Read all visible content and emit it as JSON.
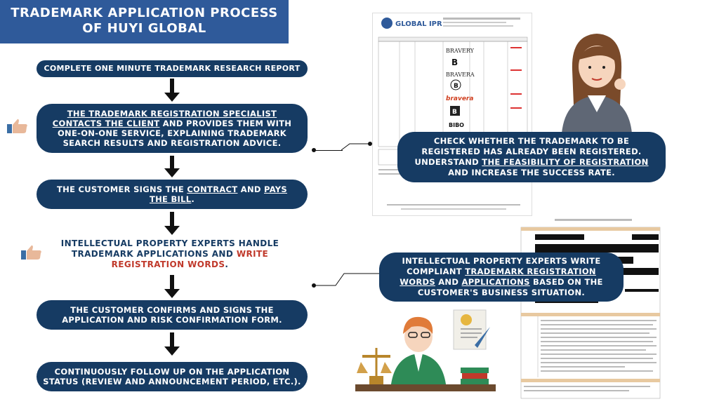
{
  "title": {
    "line1": "TRADEMARK APPLICATION PROCESS",
    "line2": "OF HUYI GLOBAL"
  },
  "steps": [
    {
      "text": "COMPLETE ONE MINUTE TRADEMARK RESEARCH REPORT"
    },
    {
      "line1_u": "THE TRADEMARK REGISTRATION SPECIALIST",
      "line2_u": "CONTACTS THE CLIENT",
      "line2_rest": " AND PROVIDES THEM WITH",
      "line3": "ONE-ON-ONE SERVICE, EXPLAINING TRADEMARK",
      "line4": "SEARCH RESULTS AND REGISTRATION ADVICE."
    },
    {
      "pre": "THE CUSTOMER SIGNS THE ",
      "contract": "CONTRACT",
      "mid": " AND ",
      "pays": "PAYS",
      "line2": "THE BILL",
      "end": "."
    },
    {
      "line1": "INTELLECTUAL PROPERTY EXPERTS HANDLE",
      "line2_pre": "TRADEMARK APPLICATIONS AND ",
      "line2_red": "WRITE",
      "line3_red": "REGISTRATION WORDS",
      "line3_end": "."
    },
    {
      "line1": "THE CUSTOMER CONFIRMS AND SIGNS THE",
      "line2": "APPLICATION AND RISK CONFIRMATION FORM."
    },
    {
      "line1": "CONTINUOUSLY FOLLOW UP ON THE APPLICATION",
      "line2": "STATUS (REVIEW AND ANNOUNCEMENT PERIOD, ETC.)."
    }
  ],
  "callouts": [
    {
      "line1": "CHECK WHETHER THE TRADEMARK TO BE",
      "line2": "REGISTERED HAS ALREADY BEEN REGISTERED.",
      "line3_pre": "UNDERSTAND ",
      "line3_u": "THE FEASIBILITY OF REGISTRATION",
      "line4": "AND INCREASE THE SUCCESS RATE."
    },
    {
      "line1": "INTELLECTUAL PROPERTY EXPERTS WRITE",
      "line2_pre": "COMPLIANT ",
      "line2_u": "TRADEMARK REGISTRATION",
      "line3_u1": "WORDS",
      "line3_mid": " AND ",
      "line3_u2": "APPLICATIONS",
      "line3_end": " BASED ON THE",
      "line4": "CUSTOMER'S BUSINESS SITUATION."
    }
  ],
  "doc1": {
    "logo": "GLOBAL IPR",
    "brands": [
      "BRAVERY",
      "B",
      "BRAVERA",
      "B",
      "bravera",
      "B",
      "BIBO"
    ]
  },
  "colors": {
    "navy": "#163b63",
    "title_bg": "#2f5a9a",
    "red": "#c0392b",
    "thumb": "#e8b89a"
  }
}
